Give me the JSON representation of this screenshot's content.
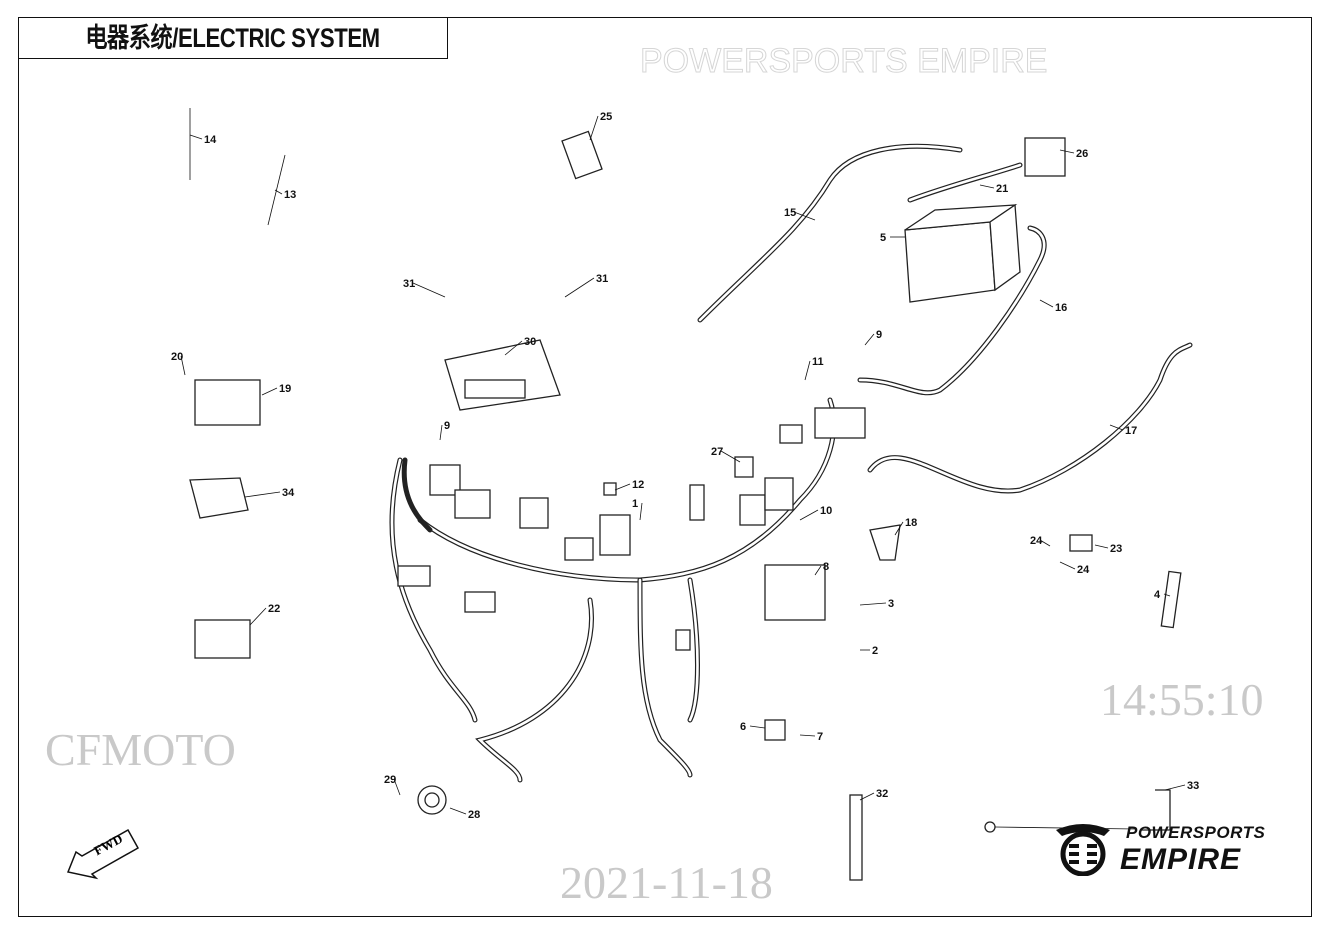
{
  "title": "电器系统/ELECTRIC SYSTEM",
  "watermarks": {
    "brand": "POWERSPORTS EMPIRE",
    "date": "2021-11-18",
    "time": "14:55:10",
    "maker": "CFMOTO"
  },
  "fwd_label": "FWD",
  "logo": {
    "line1": "POWERSPORTS",
    "line2": "EMPIRE"
  },
  "callouts": [
    "14",
    "13",
    "25",
    "26",
    "21",
    "15",
    "5",
    "16",
    "31",
    "31",
    "30",
    "9",
    "11",
    "20",
    "19",
    "9",
    "17",
    "27",
    "12",
    "1",
    "34",
    "10",
    "18",
    "24",
    "23",
    "24",
    "8",
    "3",
    "4",
    "22",
    "2",
    "6",
    "7",
    "29",
    "28",
    "32",
    "33"
  ]
}
